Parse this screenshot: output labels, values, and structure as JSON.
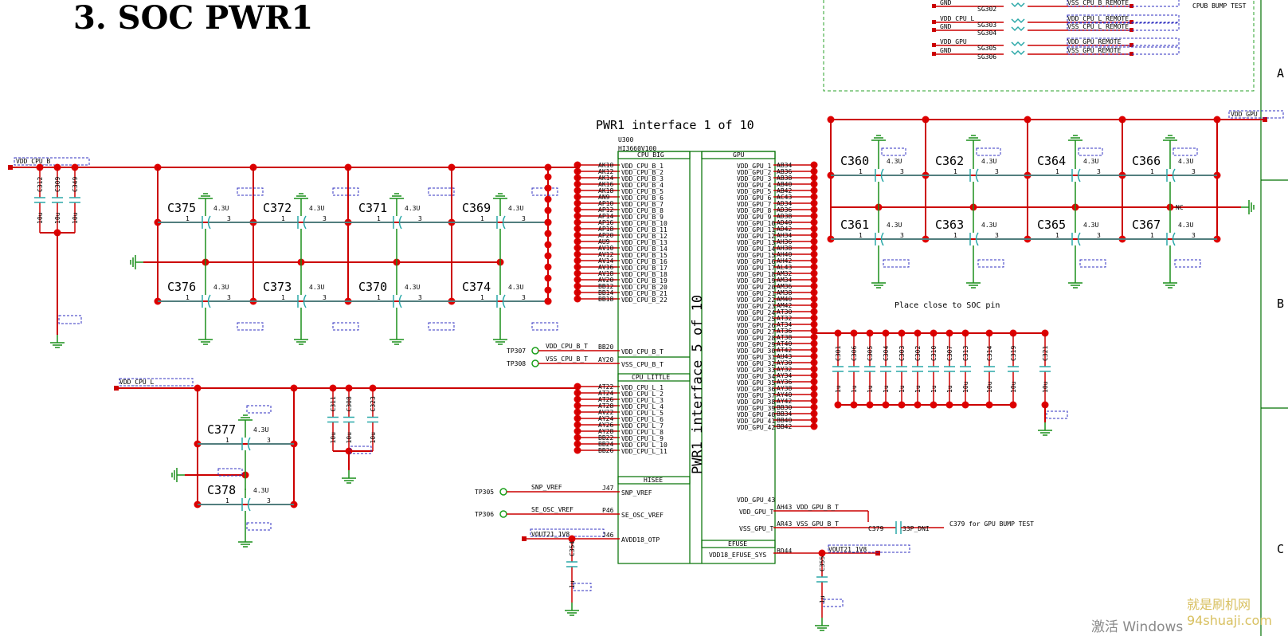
{
  "page_title": "3. SOC PWR1",
  "sheet_header": "PWR1 interface 1 of 10",
  "chip": {
    "ref": "U300",
    "part": "HI3660V100",
    "vertical_title": "PWR1 interface 5 of 10",
    "sections": {
      "cpu_big": "CPU_BIG",
      "cpu_little": "CPU_LITTLE",
      "hisee": "HISEE",
      "gpu": "GPU",
      "efuse": "EFUSE"
    },
    "cpu_big_balls": [
      "AK10",
      "AK12",
      "AK14",
      "AK16",
      "AK18",
      "AN9",
      "AP10",
      "AP12",
      "AP14",
      "AP16",
      "AP18",
      "AP20",
      "AU9",
      "AV10",
      "AV12",
      "AV14",
      "AV16",
      "AV18",
      "AV20",
      "BB12",
      "BB14",
      "BB18"
    ],
    "cpu_big_pins": [
      "VDD_CPU_B_1",
      "VDD_CPU_B_2",
      "VDD_CPU_B_3",
      "VDD_CPU_B_4",
      "VDD_CPU_B_5",
      "VDD_CPU_B_6",
      "VDD_CPU_B_7",
      "VDD_CPU_B_8",
      "VDD_CPU_B_9",
      "VDD_CPU_B_10",
      "VDD_CPU_B_11",
      "VDD_CPU_B_12",
      "VDD_CPU_B_13",
      "VDD_CPU_B_14",
      "VDD_CPU_B_15",
      "VDD_CPU_B_16",
      "VDD_CPU_B_17",
      "VDD_CPU_B_18",
      "VDD_CPU_B_19",
      "VDD_CPU_B_20",
      "VDD_CPU_B_21",
      "VDD_CPU_B_22"
    ],
    "cpu_big_t": [
      {
        "tp": "TP307",
        "net": "VDD_CPU_B_T",
        "ball": "BB20",
        "pin": "VDD_CPU_B_T"
      },
      {
        "tp": "TP308",
        "net": "VSS_CPU_B_T",
        "ball": "AY20",
        "pin": "VSS_CPU_B_T"
      }
    ],
    "cpu_little_balls": [
      "AT22",
      "AT24",
      "AT26",
      "AT28",
      "AV22",
      "AY24",
      "AY26",
      "AY28",
      "BB22",
      "BB24",
      "BB26"
    ],
    "cpu_little_pins": [
      "VDD_CPU_L_1",
      "VDD_CPU_L_2",
      "VDD_CPU_L_3",
      "VDD_CPU_L_4",
      "VDD_CPU_L_5",
      "VDD_CPU_L_6",
      "VDD_CPU_L_7",
      "VDD_CPU_L_8",
      "VDD_CPU_L_9",
      "VDD_CPU_L_10",
      "VDD_CPU_L_11"
    ],
    "hisee_rows": [
      {
        "tp": "TP305",
        "net": "SNP_VREF",
        "ball": "J47",
        "pin": "SNP_VREF"
      },
      {
        "tp": "TP306",
        "net": "SE_OSC_VREF",
        "ball": "P46",
        "pin": "SE_OSC_VREF"
      },
      {
        "tp": "",
        "net": "VOUT21_1V8",
        "ball": "J46",
        "pin": "AVDD18_OTP"
      }
    ],
    "gpu_balls": [
      "AB34",
      "AB36",
      "AB38",
      "AB40",
      "AB42",
      "AC43",
      "AD34",
      "AD36",
      "AD38",
      "AD40",
      "AD42",
      "AH34",
      "AH36",
      "AH38",
      "AH40",
      "AH42",
      "AL43",
      "AM32",
      "AM34",
      "AM36",
      "AM38",
      "AM40",
      "AM42",
      "AT30",
      "AT32",
      "AT34",
      "AT36",
      "AT38",
      "AT40",
      "AT42",
      "AU43",
      "AY30",
      "AY32",
      "AY34",
      "AY36",
      "AY38",
      "AY40",
      "AY42",
      "BB30",
      "BB34",
      "BB40",
      "BB42"
    ],
    "gpu_pins": [
      "VDD_GPU_1",
      "VDD_GPU_2",
      "VDD_GPU_3",
      "VDD_GPU_4",
      "VDD_GPU_5",
      "VDD_GPU_6",
      "VDD_GPU_7",
      "VDD_GPU_8",
      "VDD_GPU_9",
      "VDD_GPU_10",
      "VDD_GPU_11",
      "VDD_GPU_12",
      "VDD_GPU_13",
      "VDD_GPU_14",
      "VDD_GPU_15",
      "VDD_GPU_16",
      "VDD_GPU_17",
      "VDD_GPU_18",
      "VDD_GPU_19",
      "VDD_GPU_20",
      "VDD_GPU_21",
      "VDD_GPU_22",
      "VDD_GPU_23",
      "VDD_GPU_24",
      "VDD_GPU_25",
      "VDD_GPU_26",
      "VDD_GPU_27",
      "VDD_GPU_28",
      "VDD_GPU_29",
      "VDD_GPU_30",
      "VDD_GPU_31",
      "VDD_GPU_32",
      "VDD_GPU_33",
      "VDD_GPU_34",
      "VDD_GPU_35",
      "VDD_GPU_36",
      "VDD_GPU_37",
      "VDD_GPU_38",
      "VDD_GPU_39",
      "VDD_GPU_40",
      "VDD_GPU_41",
      "VDD_GPU_42",
      "VDD_GPU_43"
    ],
    "gpu_t": [
      {
        "net": "VDD_GPU_B_T",
        "ball": "AH43",
        "pin": "VDD_GPU_T"
      },
      {
        "net": "VSS_GPU_B_T",
        "ball": "AR43",
        "pin": "VSS_GPU_T"
      }
    ],
    "efuse_row": {
      "net": "VOUT21_1V8",
      "ball": "BD44",
      "pin": "VDD18_EFUSE_SYS"
    }
  },
  "nets": {
    "vdd_cpu_b": "VDD_CPU_B",
    "vdd_cpu_l": "VDD_CPU_L",
    "vdd_gpu": "VDD_GPU",
    "vout_otp": "VOUT21_1V8",
    "vout_efuse": "VOUT21_1V8"
  },
  "caps_cpu_b_small": [
    {
      "ref": "C312",
      "val": "10u"
    },
    {
      "ref": "C309",
      "val": "10u"
    },
    {
      "ref": "C349",
      "val": "10u"
    }
  ],
  "caps_cpu_b_big_top": [
    {
      "ref": "C375",
      "val": "4.3U"
    },
    {
      "ref": "C372",
      "val": "4.3U"
    },
    {
      "ref": "C371",
      "val": "4.3U"
    },
    {
      "ref": "C369",
      "val": "4.3U"
    }
  ],
  "caps_cpu_b_big_bottom": [
    {
      "ref": "C376",
      "val": "4.3U"
    },
    {
      "ref": "C373",
      "val": "4.3U"
    },
    {
      "ref": "C370",
      "val": "4.3U"
    },
    {
      "ref": "C374",
      "val": "4.3U"
    }
  ],
  "caps_cpu_l_big": [
    {
      "ref": "C377",
      "val": "4.3U"
    },
    {
      "ref": "C378",
      "val": "4.3U"
    }
  ],
  "caps_cpu_l_small": [
    {
      "ref": "C311",
      "val": "10u"
    },
    {
      "ref": "C308",
      "val": "10u"
    },
    {
      "ref": "C323",
      "val": "10u"
    }
  ],
  "caps_gpu_big_top": [
    {
      "ref": "C360",
      "val": "4.3U"
    },
    {
      "ref": "C362",
      "val": "4.3U"
    },
    {
      "ref": "C364",
      "val": "4.3U"
    },
    {
      "ref": "C366",
      "val": "4.3U"
    }
  ],
  "caps_gpu_big_bottom": [
    {
      "ref": "C361",
      "val": "4.3U"
    },
    {
      "ref": "C363",
      "val": "4.3U"
    },
    {
      "ref": "C365",
      "val": "4.3U"
    },
    {
      "ref": "C367",
      "val": "4.3U"
    }
  ],
  "caps_gpu_small": [
    {
      "ref": "C301",
      "val": "1u"
    },
    {
      "ref": "C306",
      "val": "1u"
    },
    {
      "ref": "C305",
      "val": "1u"
    },
    {
      "ref": "C304",
      "val": "1u"
    },
    {
      "ref": "C303",
      "val": "1u"
    },
    {
      "ref": "C302",
      "val": "1u"
    },
    {
      "ref": "C310",
      "val": "1u"
    },
    {
      "ref": "C307",
      "val": "1u"
    },
    {
      "ref": "C313",
      "val": "10u"
    },
    {
      "ref": "C314",
      "val": "10u"
    },
    {
      "ref": "C319",
      "val": "10u"
    },
    {
      "ref": "C321",
      "val": "10u"
    }
  ],
  "cap_otp": {
    "ref": "C354",
    "val": "1u"
  },
  "cap_efuse": {
    "ref": "C355",
    "val": "1u"
  },
  "cap_gpu_test": {
    "ref": "C379",
    "val": "33P_DNI"
  },
  "gpu_test_note": "C379 for GPU BUMP TEST",
  "place_note": "Place close to SOC pin",
  "pin_numbers": [
    "1",
    "3"
  ],
  "gnd_right_label": "NC",
  "bump_test": {
    "rows": [
      {
        "l1": "GND",
        "ref": "SG302",
        "r1": "VSS_CPU_B_REMOTE"
      },
      {
        "l1": "VDD_CPU_L",
        "ref": "SG303",
        "r1": "VDD_CPU_L_REMOTE"
      },
      {
        "l1": "GND",
        "ref": "SG304",
        "r1": "VSS_CPU_L_REMOTE"
      },
      {
        "l1": "VDD_GPU",
        "ref": "SG305",
        "r1": "VDD_GPU_REMOTE"
      },
      {
        "l1": "GND",
        "ref": "SG306",
        "r1": "VSS_GPU_REMOTE"
      }
    ],
    "note": "CPUB BUMP TEST"
  },
  "zones": [
    "A",
    "B",
    "C"
  ],
  "watermarks": [
    "激活 Windows",
    "就是刷机网",
    "94shuaji.com"
  ],
  "colors": {
    "wire": "#cc0000",
    "junction": "#dd0000",
    "symbol": "#2aa8a8",
    "ground": "#1a8f1a",
    "border": "#007000",
    "placeholder": "#3030c0"
  }
}
